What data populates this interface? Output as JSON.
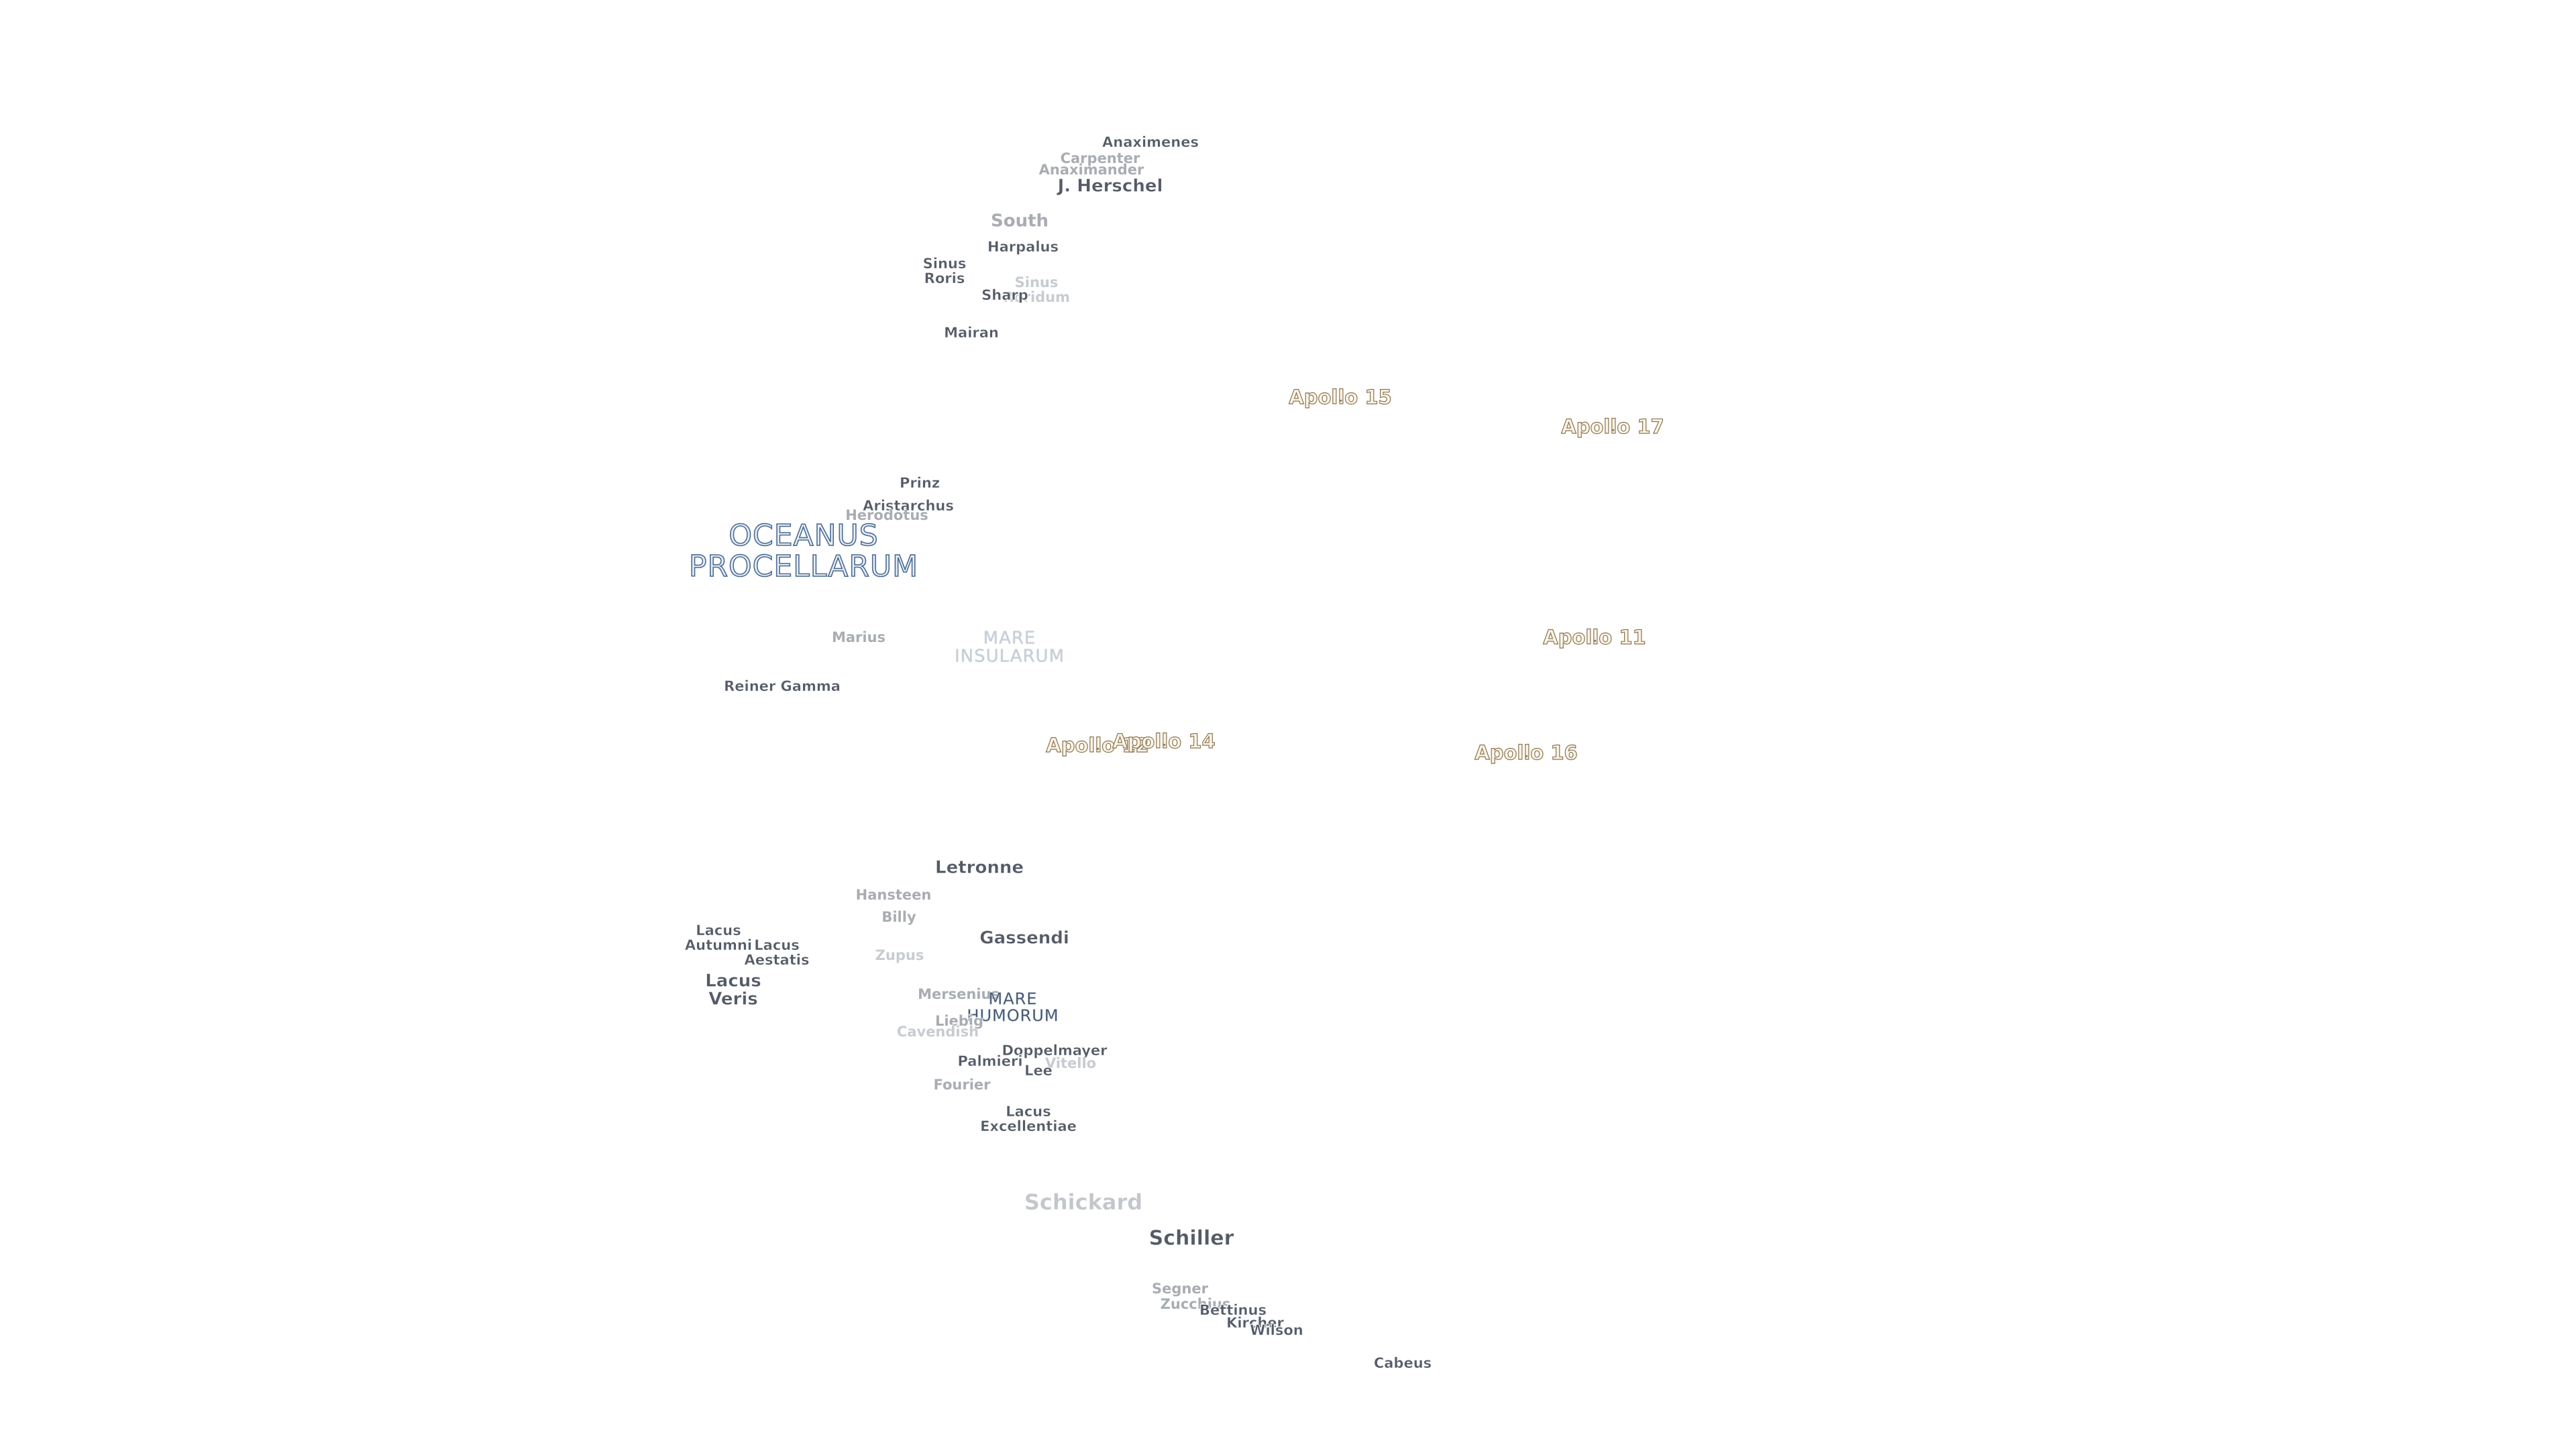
{
  "map": {
    "lunar_labels": [
      {
        "name": "Anaximenes",
        "tier": "crater"
      },
      {
        "name": "Carpenter",
        "tier": "crater faint"
      },
      {
        "name": "Anaximander",
        "tier": "crater faint"
      },
      {
        "name": "J. Herschel",
        "tier": "crater med"
      },
      {
        "name": "South",
        "tier": "crater med faint"
      },
      {
        "name": "Harpalus",
        "tier": "crater"
      },
      {
        "name": "Sinus\nRoris",
        "tier": "crater"
      },
      {
        "name": "Sinus\nRoridum",
        "tier": "crater faint2"
      },
      {
        "name": "Sharp",
        "tier": "crater"
      },
      {
        "name": "Mairan",
        "tier": "crater"
      },
      {
        "name": "Prinz",
        "tier": "crater"
      },
      {
        "name": "Aristarchus",
        "tier": "crater"
      },
      {
        "name": "Herodotus",
        "tier": "crater faint"
      },
      {
        "name": "OCEANUS\nPROCELLARUM",
        "tier": "ocean"
      },
      {
        "name": "Marius",
        "tier": "crater faint"
      },
      {
        "name": "MARE\nINSULARUM",
        "tier": "mare"
      },
      {
        "name": "Reiner Gamma",
        "tier": "crater"
      },
      {
        "name": "Letronne",
        "tier": "crater med"
      },
      {
        "name": "Hansteen",
        "tier": "crater faint"
      },
      {
        "name": "Billy",
        "tier": "crater faint"
      },
      {
        "name": "Lacus\nAutumni",
        "tier": "crater"
      },
      {
        "name": "Lacus\nAestatis",
        "tier": "crater"
      },
      {
        "name": "Zupus",
        "tier": "crater faint2"
      },
      {
        "name": "Gassendi",
        "tier": "crater med"
      },
      {
        "name": "Lacus\nVeris",
        "tier": "crater med"
      },
      {
        "name": "Mersenius",
        "tier": "crater faint"
      },
      {
        "name": "MARE\nHUMORUM",
        "tier": "mare strong"
      },
      {
        "name": "Liebig",
        "tier": "crater faint"
      },
      {
        "name": "Cavendish",
        "tier": "crater faint2"
      },
      {
        "name": "Doppelmayer",
        "tier": "crater"
      },
      {
        "name": "Palmieri",
        "tier": "crater"
      },
      {
        "name": "Vitello",
        "tier": "crater faint2"
      },
      {
        "name": "Lee",
        "tier": "crater"
      },
      {
        "name": "Fourier",
        "tier": "crater faint"
      },
      {
        "name": "Lacus\nExcellentiae",
        "tier": "crater"
      },
      {
        "name": "Schickard",
        "tier": "crater huge"
      },
      {
        "name": "Schiller",
        "tier": "crater big"
      },
      {
        "name": "Segner",
        "tier": "crater faint"
      },
      {
        "name": "Zucchius",
        "tier": "crater faint"
      },
      {
        "name": "Bettinus",
        "tier": "crater"
      },
      {
        "name": "Kircher",
        "tier": "crater"
      },
      {
        "name": "Wilson",
        "tier": "crater"
      },
      {
        "name": "Cabeus",
        "tier": "crater"
      }
    ],
    "apollo_sites": [
      {
        "name": "Apollo 15"
      },
      {
        "name": "Apollo 17"
      },
      {
        "name": "Apollo 11"
      },
      {
        "name": "Apollo 12"
      },
      {
        "name": "Apollo 14"
      },
      {
        "name": "Apollo 16"
      }
    ]
  }
}
